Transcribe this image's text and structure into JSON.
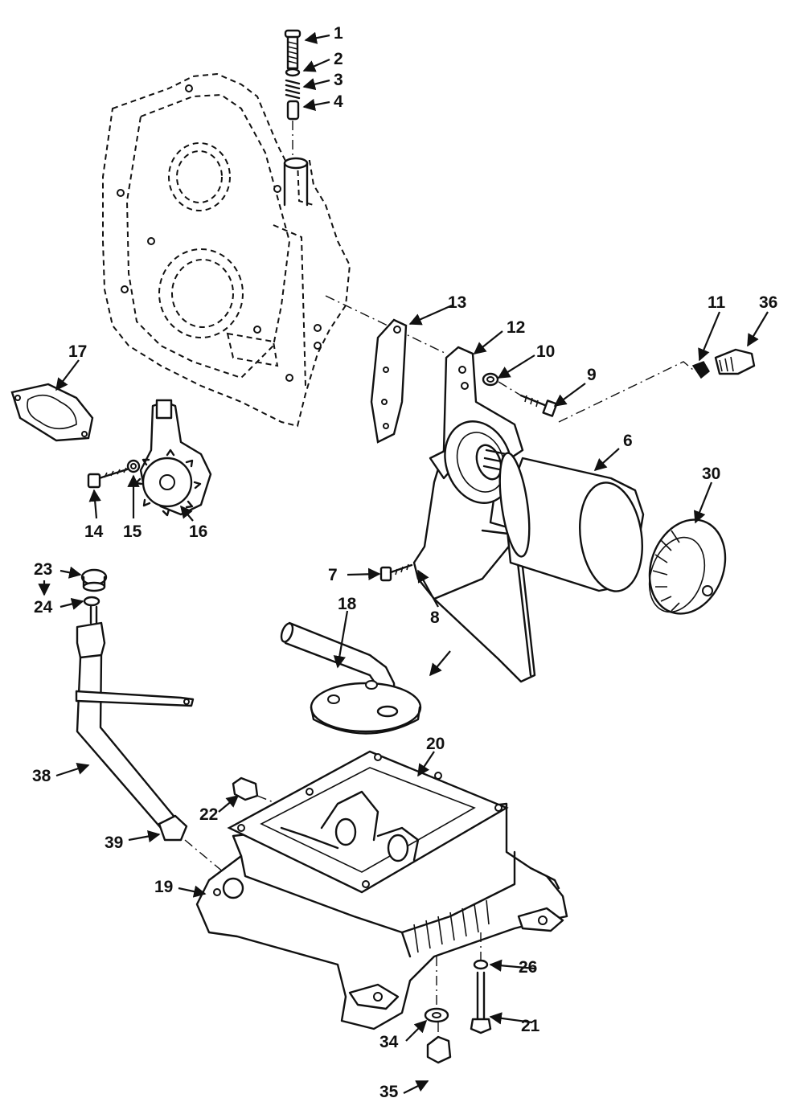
{
  "callouts": [
    "1",
    "2",
    "3",
    "4",
    "6",
    "7",
    "8",
    "9",
    "10",
    "11",
    "12",
    "13",
    "14",
    "15",
    "16",
    "17",
    "18",
    "19",
    "20",
    "21",
    "22",
    "23",
    "24",
    "26",
    "30",
    "34",
    "35",
    "36",
    "38",
    "39"
  ]
}
